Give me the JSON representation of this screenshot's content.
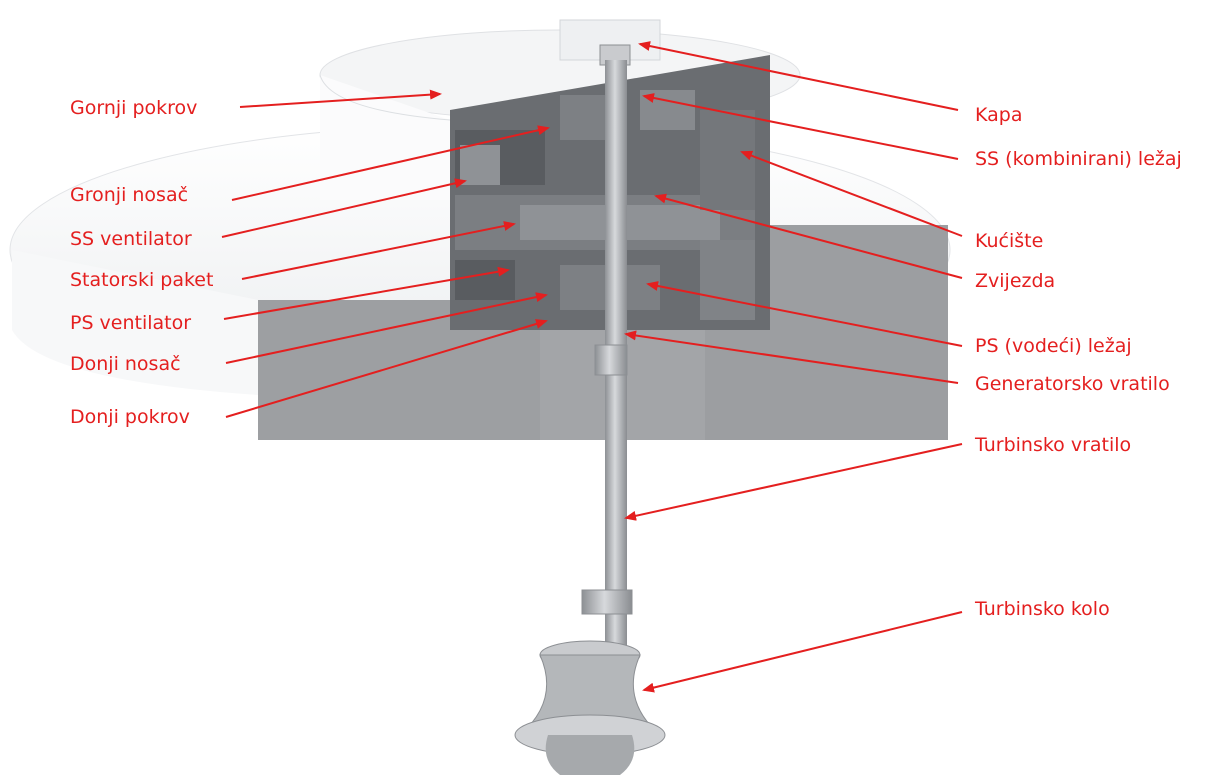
{
  "colors": {
    "label": "#e41f1f",
    "arrow": "#e41f1f",
    "housing_light": "#f3f4f6",
    "housing_dark": "#9c9ea1",
    "section_cut": "#5b5e62"
  },
  "labels_left": [
    {
      "id": "gornji-pokrov",
      "text": "Gornji pokrov"
    },
    {
      "id": "gronji-nosac",
      "text": "Gronji nosač"
    },
    {
      "id": "ss-ventilator",
      "text": "SS ventilator"
    },
    {
      "id": "statorski-paket",
      "text": "Statorski paket"
    },
    {
      "id": "ps-ventilator",
      "text": "PS ventilator"
    },
    {
      "id": "donji-nosac",
      "text": "Donji nosač"
    },
    {
      "id": "donji-pokrov",
      "text": "Donji pokrov"
    }
  ],
  "labels_right": [
    {
      "id": "kapa",
      "text": "Kapa"
    },
    {
      "id": "ss-lezaj",
      "text": "SS (kombinirani) ležaj"
    },
    {
      "id": "kuciste",
      "text": "Kućište"
    },
    {
      "id": "zvijezda",
      "text": "Zvijezda"
    },
    {
      "id": "ps-lezaj",
      "text": "PS (vodeći) ležaj"
    },
    {
      "id": "generatorsko-vratilo",
      "text": "Generatorsko vratilo"
    },
    {
      "id": "turbinsko-vratilo",
      "text": "Turbinsko vratilo"
    },
    {
      "id": "turbinsko-kolo",
      "text": "Turbinsko kolo"
    }
  ]
}
